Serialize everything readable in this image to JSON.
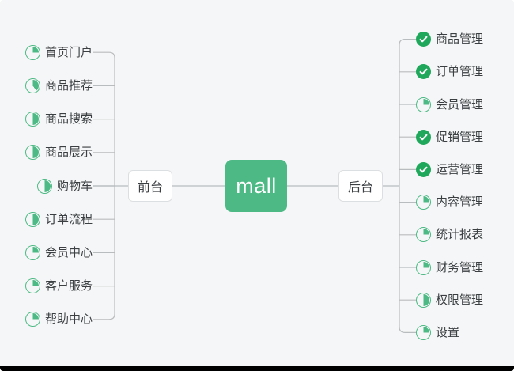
{
  "diagram": {
    "title": "mall",
    "background_color": "#f5f6f7",
    "accent_color": "#4dba85",
    "done_color": "#1fa75b",
    "connector_color": "#b9bcbe",
    "center": {
      "label": "mall"
    },
    "branches": [
      {
        "id": "front",
        "label": "前台",
        "side": "left",
        "items": [
          {
            "label": "首页门户",
            "status": "in-progress",
            "progress": 25,
            "icon": "pie-progress-icon"
          },
          {
            "label": "商品推荐",
            "status": "in-progress",
            "progress": 40,
            "icon": "pie-progress-icon"
          },
          {
            "label": "商品搜索",
            "status": "in-progress",
            "progress": 50,
            "icon": "pie-progress-icon"
          },
          {
            "label": "商品展示",
            "status": "in-progress",
            "progress": 50,
            "icon": "pie-progress-icon"
          },
          {
            "label": "购物车",
            "status": "in-progress",
            "progress": 50,
            "icon": "pie-progress-icon"
          },
          {
            "label": "订单流程",
            "status": "in-progress",
            "progress": 50,
            "icon": "pie-progress-icon"
          },
          {
            "label": "会员中心",
            "status": "in-progress",
            "progress": 25,
            "icon": "pie-progress-icon"
          },
          {
            "label": "客户服务",
            "status": "in-progress",
            "progress": 25,
            "icon": "pie-progress-icon"
          },
          {
            "label": "帮助中心",
            "status": "in-progress",
            "progress": 25,
            "icon": "pie-progress-icon"
          }
        ]
      },
      {
        "id": "back",
        "label": "后台",
        "side": "right",
        "items": [
          {
            "label": "商品管理",
            "status": "done",
            "progress": 100,
            "icon": "check-circle-icon"
          },
          {
            "label": "订单管理",
            "status": "done",
            "progress": 100,
            "icon": "check-circle-icon"
          },
          {
            "label": "会员管理",
            "status": "in-progress",
            "progress": 25,
            "icon": "pie-progress-icon"
          },
          {
            "label": "促销管理",
            "status": "done",
            "progress": 100,
            "icon": "check-circle-icon"
          },
          {
            "label": "运营管理",
            "status": "done",
            "progress": 100,
            "icon": "check-circle-icon"
          },
          {
            "label": "内容管理",
            "status": "in-progress",
            "progress": 25,
            "icon": "pie-progress-icon"
          },
          {
            "label": "统计报表",
            "status": "in-progress",
            "progress": 25,
            "icon": "pie-progress-icon"
          },
          {
            "label": "财务管理",
            "status": "in-progress",
            "progress": 25,
            "icon": "pie-progress-icon"
          },
          {
            "label": "权限管理",
            "status": "in-progress",
            "progress": 50,
            "icon": "pie-progress-icon"
          },
          {
            "label": "设置",
            "status": "in-progress",
            "progress": 25,
            "icon": "pie-progress-icon"
          }
        ]
      }
    ]
  }
}
